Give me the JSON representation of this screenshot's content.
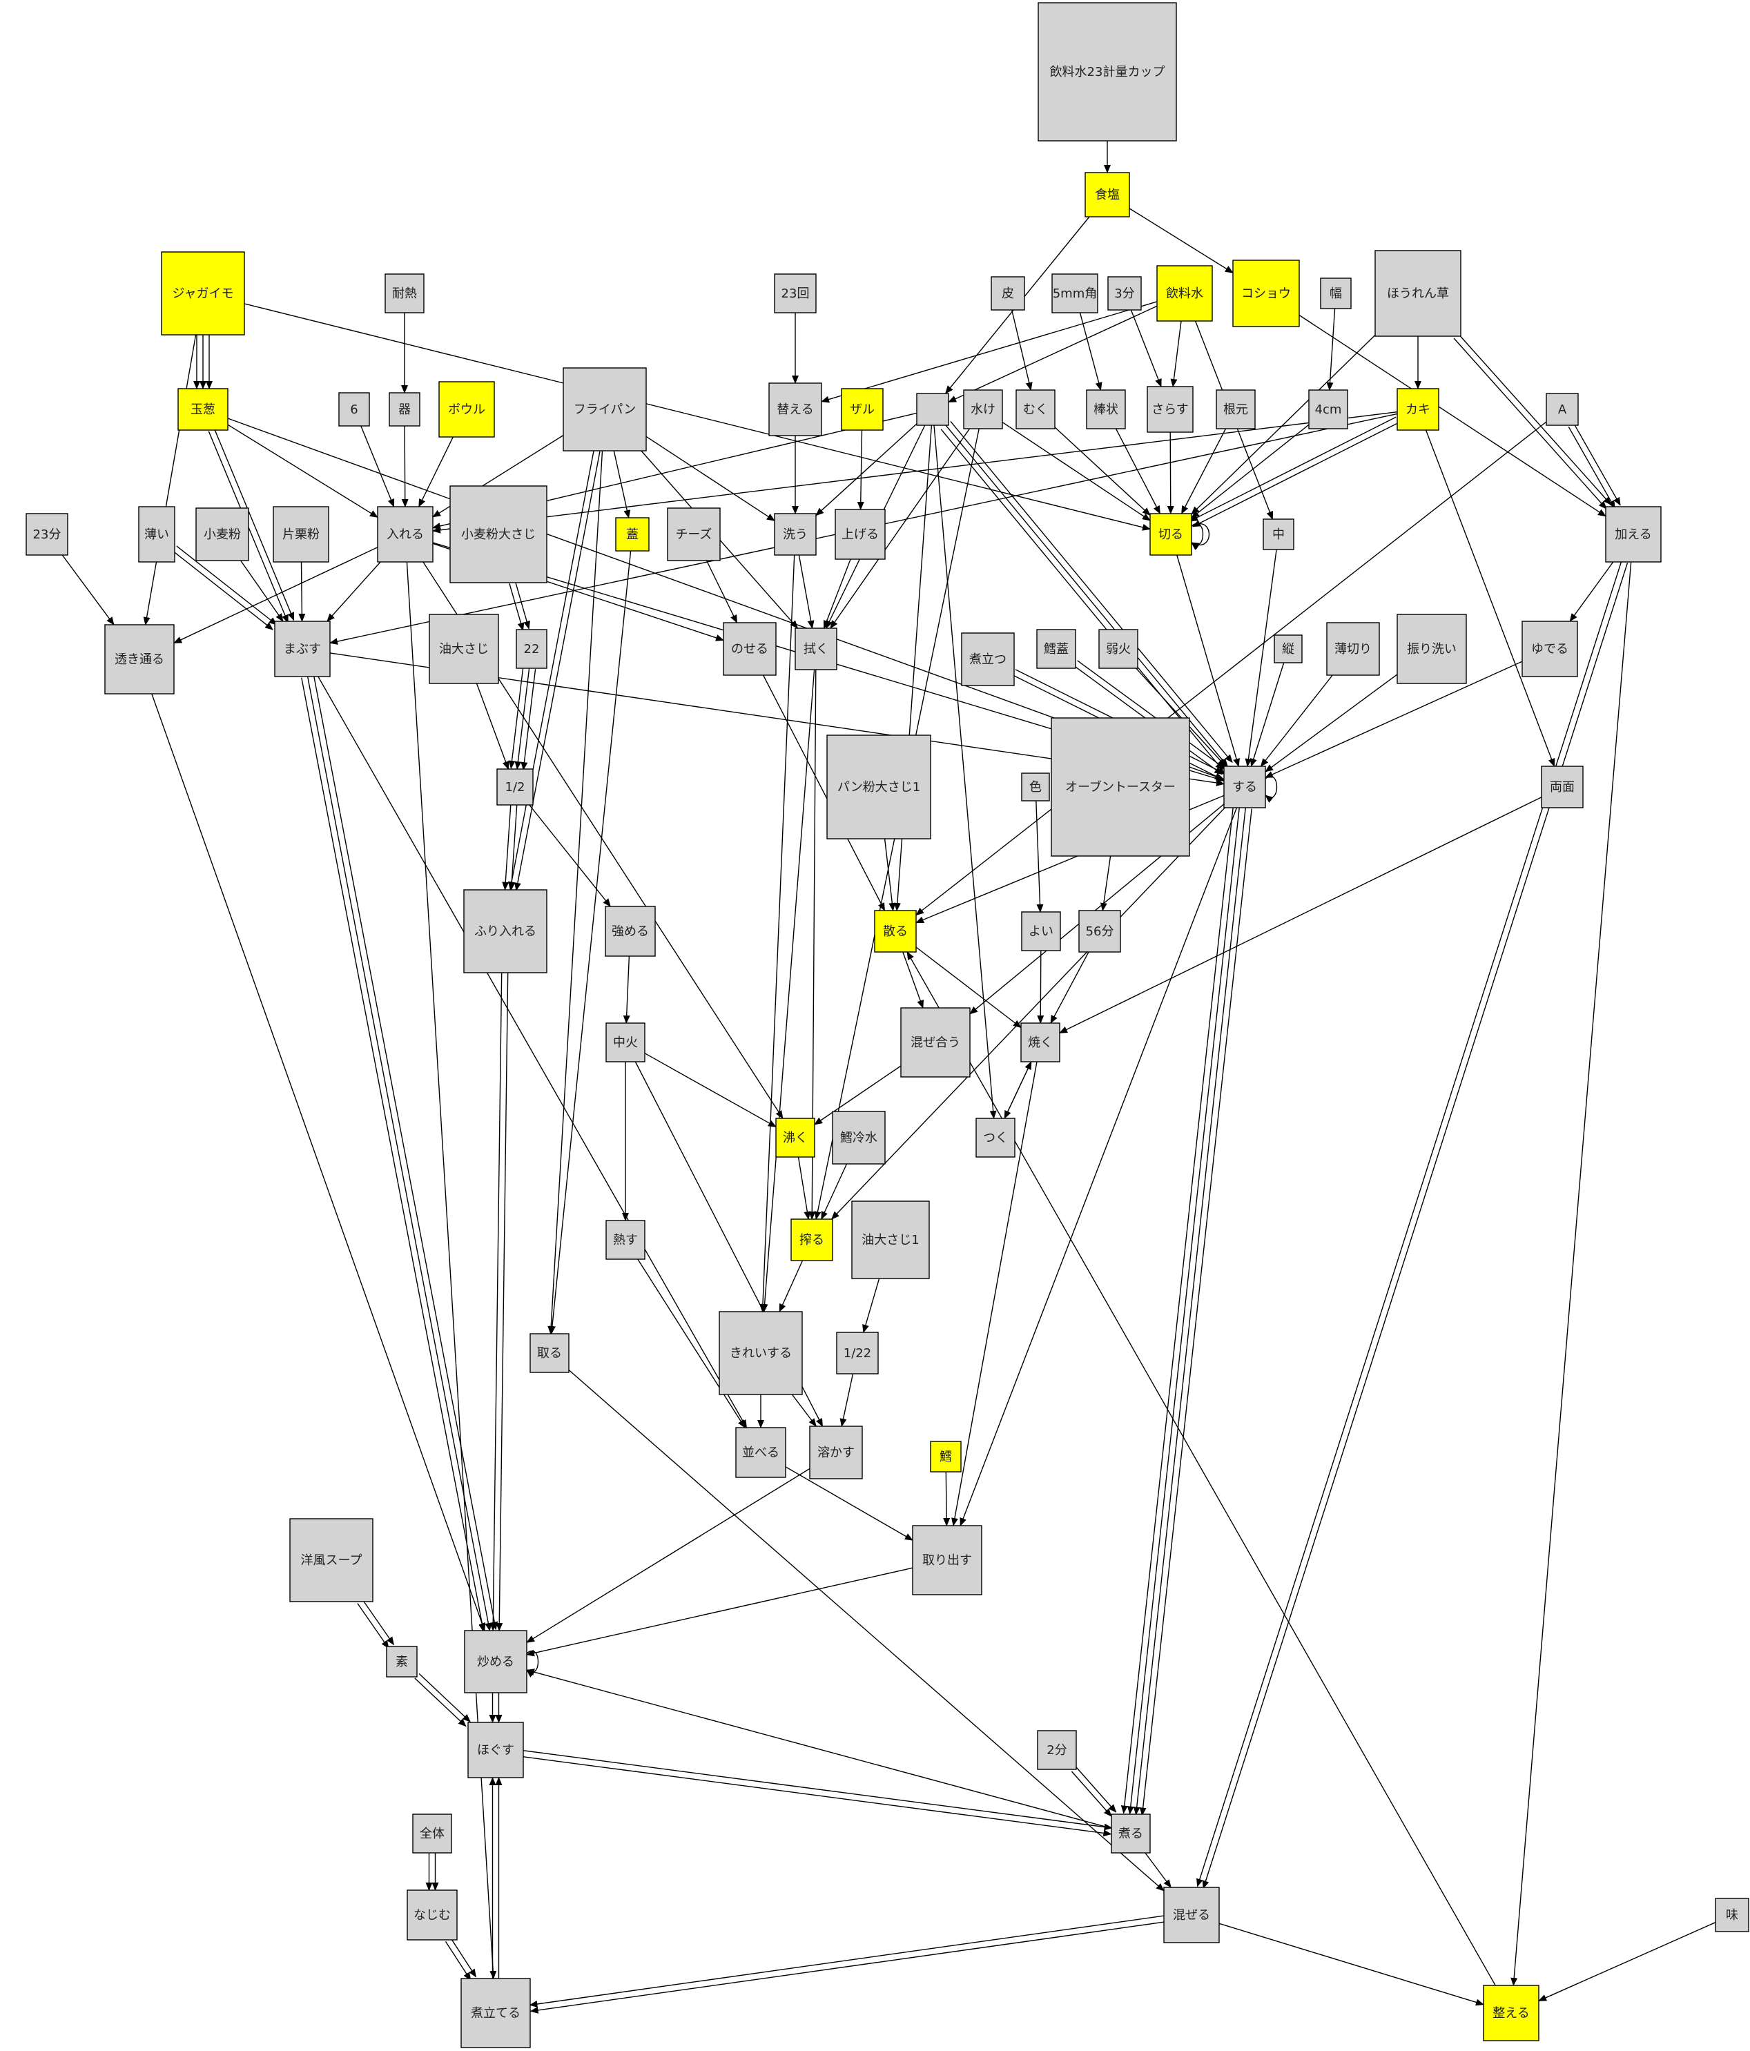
{
  "colors": {
    "default_node": "#d3d3d3",
    "highlight_node": "#ffff00",
    "edge": "#000000",
    "background": "#ffffff"
  },
  "nodes": [
    {
      "id": "n1",
      "label": "飲料水23計量カップ",
      "hl": false
    },
    {
      "id": "n2",
      "label": "食塩",
      "hl": true
    },
    {
      "id": "n3",
      "label": "ジャガイモ",
      "hl": true
    },
    {
      "id": "n4",
      "label": "耐熱",
      "hl": false
    },
    {
      "id": "n5",
      "label": "23回",
      "hl": false
    },
    {
      "id": "n6",
      "label": "皮",
      "hl": false
    },
    {
      "id": "n7",
      "label": "5mm角",
      "hl": false
    },
    {
      "id": "n8",
      "label": "3分",
      "hl": false
    },
    {
      "id": "n9",
      "label": "飲料水",
      "hl": true
    },
    {
      "id": "n10",
      "label": "コショウ",
      "hl": true
    },
    {
      "id": "n11",
      "label": "幅",
      "hl": false
    },
    {
      "id": "n12",
      "label": "ほうれん草",
      "hl": false
    },
    {
      "id": "n13",
      "label": "玉葱",
      "hl": true
    },
    {
      "id": "n14",
      "label": "6",
      "hl": false
    },
    {
      "id": "n15",
      "label": "器",
      "hl": false
    },
    {
      "id": "n16",
      "label": "ボウル",
      "hl": true
    },
    {
      "id": "n17",
      "label": "フライパン",
      "hl": false
    },
    {
      "id": "n18",
      "label": "替える",
      "hl": false
    },
    {
      "id": "n19",
      "label": "ザル",
      "hl": true
    },
    {
      "id": "n20",
      "label": "",
      "hl": false
    },
    {
      "id": "n21",
      "label": "水け",
      "hl": false
    },
    {
      "id": "n22",
      "label": "むく",
      "hl": false
    },
    {
      "id": "n23",
      "label": "棒状",
      "hl": false
    },
    {
      "id": "n24",
      "label": "さらす",
      "hl": false
    },
    {
      "id": "n25",
      "label": "根元",
      "hl": false
    },
    {
      "id": "n26",
      "label": "4cm",
      "hl": false
    },
    {
      "id": "n27",
      "label": "カキ",
      "hl": true
    },
    {
      "id": "n28",
      "label": "A",
      "hl": false
    },
    {
      "id": "n29",
      "label": "23分",
      "hl": false
    },
    {
      "id": "n30",
      "label": "薄い",
      "hl": false
    },
    {
      "id": "n31",
      "label": "小麦粉",
      "hl": false
    },
    {
      "id": "n32",
      "label": "片栗粉",
      "hl": false
    },
    {
      "id": "n33",
      "label": "入れる",
      "hl": false
    },
    {
      "id": "n34",
      "label": "小麦粉大さじ",
      "hl": false
    },
    {
      "id": "n35",
      "label": "蓋",
      "hl": true
    },
    {
      "id": "n36",
      "label": "チーズ",
      "hl": false
    },
    {
      "id": "n37",
      "label": "洗う",
      "hl": false
    },
    {
      "id": "n38",
      "label": "上げる",
      "hl": false
    },
    {
      "id": "n39",
      "label": "切る",
      "hl": true
    },
    {
      "id": "n40",
      "label": "中",
      "hl": false
    },
    {
      "id": "n41",
      "label": "加える",
      "hl": false
    },
    {
      "id": "n42",
      "label": "透き通る",
      "hl": false
    },
    {
      "id": "n43",
      "label": "まぶす",
      "hl": false
    },
    {
      "id": "n44",
      "label": "油大さじ",
      "hl": false
    },
    {
      "id": "n45",
      "label": "22",
      "hl": false
    },
    {
      "id": "n46",
      "label": "のせる",
      "hl": false
    },
    {
      "id": "n47",
      "label": "拭く",
      "hl": false
    },
    {
      "id": "n48",
      "label": "煮立つ",
      "hl": false
    },
    {
      "id": "n49",
      "label": "鱈蓋",
      "hl": false
    },
    {
      "id": "n50",
      "label": "弱火",
      "hl": false
    },
    {
      "id": "n51",
      "label": "縦",
      "hl": false
    },
    {
      "id": "n52",
      "label": "薄切り",
      "hl": false
    },
    {
      "id": "n53",
      "label": "振り洗い",
      "hl": false
    },
    {
      "id": "n54",
      "label": "ゆでる",
      "hl": false
    },
    {
      "id": "n55",
      "label": "パン粉大さじ1",
      "hl": false
    },
    {
      "id": "n56",
      "label": "オーブントースター",
      "hl": false
    },
    {
      "id": "n57",
      "label": "する",
      "hl": false
    },
    {
      "id": "n58",
      "label": "1/2",
      "hl": false
    },
    {
      "id": "n59",
      "label": "色",
      "hl": false
    },
    {
      "id": "n60",
      "label": "両面",
      "hl": false
    },
    {
      "id": "n61",
      "label": "ふり入れる",
      "hl": false
    },
    {
      "id": "n62",
      "label": "強める",
      "hl": false
    },
    {
      "id": "n63",
      "label": "散る",
      "hl": true
    },
    {
      "id": "n64",
      "label": "よい",
      "hl": false
    },
    {
      "id": "n65",
      "label": "56分",
      "hl": false
    },
    {
      "id": "n66",
      "label": "中火",
      "hl": false
    },
    {
      "id": "n67",
      "label": "混ぜ合う",
      "hl": false
    },
    {
      "id": "n68",
      "label": "焼く",
      "hl": false
    },
    {
      "id": "n69",
      "label": "沸く",
      "hl": true
    },
    {
      "id": "n70",
      "label": "鱈冷水",
      "hl": false
    },
    {
      "id": "n71",
      "label": "つく",
      "hl": false
    },
    {
      "id": "n72",
      "label": "熱す",
      "hl": false
    },
    {
      "id": "n73",
      "label": "搾る",
      "hl": true
    },
    {
      "id": "n74",
      "label": "油大さじ1",
      "hl": false
    },
    {
      "id": "n75",
      "label": "取る",
      "hl": false
    },
    {
      "id": "n76",
      "label": "きれいする",
      "hl": false
    },
    {
      "id": "n77",
      "label": "1/22",
      "hl": false
    },
    {
      "id": "n78",
      "label": "並べる",
      "hl": false
    },
    {
      "id": "n79",
      "label": "溶かす",
      "hl": false
    },
    {
      "id": "n80",
      "label": "鱈",
      "hl": true
    },
    {
      "id": "n81",
      "label": "洋風スープ",
      "hl": false
    },
    {
      "id": "n82",
      "label": "取り出す",
      "hl": false
    },
    {
      "id": "n83",
      "label": "素",
      "hl": false
    },
    {
      "id": "n84",
      "label": "炒める",
      "hl": false
    },
    {
      "id": "n85",
      "label": "ほぐす",
      "hl": false
    },
    {
      "id": "n86",
      "label": "2分",
      "hl": false
    },
    {
      "id": "n87",
      "label": "全体",
      "hl": false
    },
    {
      "id": "n88",
      "label": "煮る",
      "hl": false
    },
    {
      "id": "n89",
      "label": "なじむ",
      "hl": false
    },
    {
      "id": "n90",
      "label": "混ぜる",
      "hl": false
    },
    {
      "id": "n91",
      "label": "味",
      "hl": false
    },
    {
      "id": "n92",
      "label": "煮立てる",
      "hl": false
    },
    {
      "id": "n93",
      "label": "整える",
      "hl": true
    }
  ]
}
